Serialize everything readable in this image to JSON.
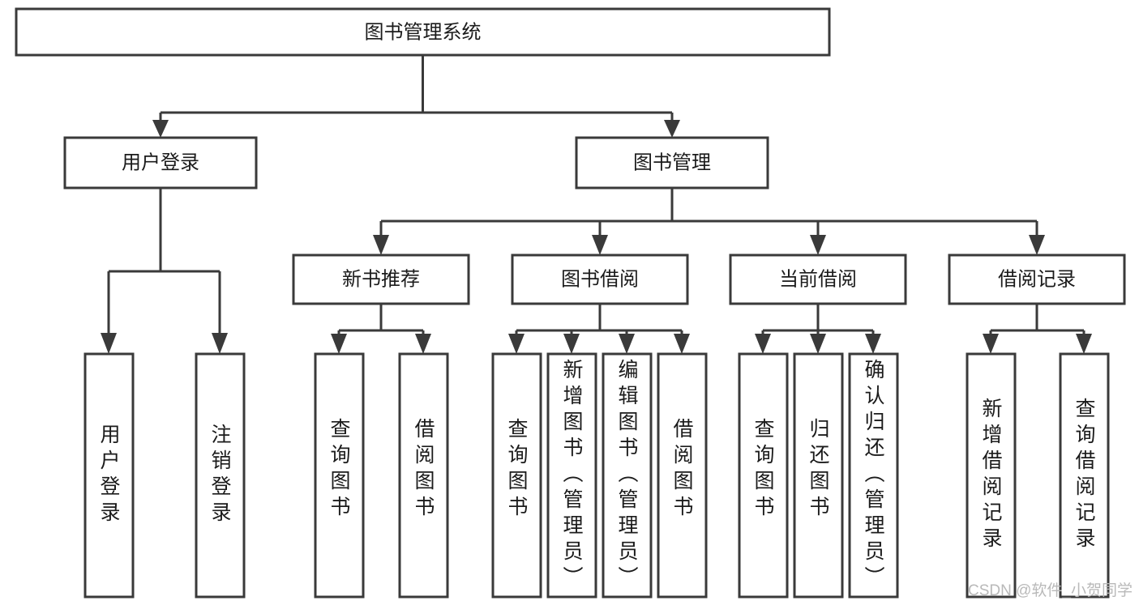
{
  "diagram": {
    "type": "tree-hierarchy-chart",
    "title": "图书管理系统",
    "watermark": "CSDN @软件_小贺同学",
    "colors": {
      "background": "#ffffff",
      "box_fill": "#ffffff",
      "box_stroke": "#3a3a3a",
      "connector": "#3a3a3a",
      "text": "#1b1b1b",
      "watermark": "#b9b9b9"
    },
    "levels": {
      "root": {
        "label": "图书管理系统"
      },
      "level2": [
        {
          "id": "user-login",
          "label": "用户登录"
        },
        {
          "id": "book-management",
          "label": "图书管理"
        }
      ],
      "level3": [
        {
          "id": "new-book-recommend",
          "label": "新书推荐",
          "parent": "book-management"
        },
        {
          "id": "book-borrow",
          "label": "图书借阅",
          "parent": "book-management"
        },
        {
          "id": "current-borrow",
          "label": "当前借阅",
          "parent": "book-management"
        },
        {
          "id": "borrow-record",
          "label": "借阅记录",
          "parent": "book-management"
        }
      ],
      "leaves": {
        "user-login": [
          {
            "id": "leaf-user-login",
            "label": "用户登录"
          },
          {
            "id": "leaf-logout-login",
            "label": "注销登录"
          }
        ],
        "new-book-recommend": [
          {
            "id": "leaf-query-book-1",
            "label": "查询图书"
          },
          {
            "id": "leaf-borrow-book-1",
            "label": "借阅图书"
          }
        ],
        "book-borrow": [
          {
            "id": "leaf-query-book-2",
            "label": "查询图书"
          },
          {
            "id": "leaf-add-book",
            "label": "新增图书（管理员）"
          },
          {
            "id": "leaf-edit-book",
            "label": "编辑图书（管理员）"
          },
          {
            "id": "leaf-borrow-book-2",
            "label": "借阅图书"
          }
        ],
        "current-borrow": [
          {
            "id": "leaf-query-book-3",
            "label": "查询图书"
          },
          {
            "id": "leaf-return-book",
            "label": "归还图书"
          },
          {
            "id": "leaf-confirm-return",
            "label": "确认归还（管理员）"
          }
        ],
        "borrow-record": [
          {
            "id": "leaf-add-borrow-record",
            "label": "新增借阅记录"
          },
          {
            "id": "leaf-query-borrow-record",
            "label": "查询借阅记录"
          }
        ]
      }
    }
  }
}
